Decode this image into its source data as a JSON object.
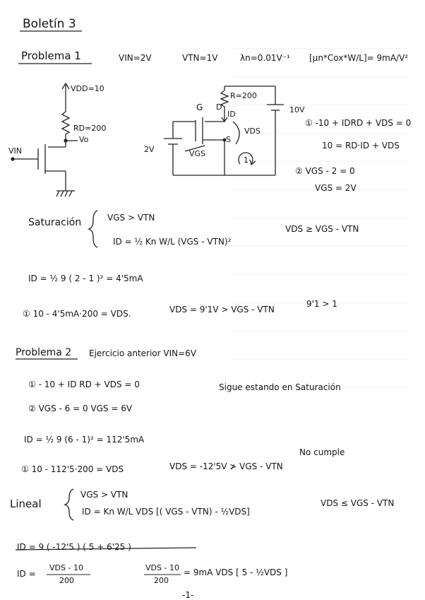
{
  "doc": {
    "title": "Boletín 3",
    "page_number": "-1-"
  },
  "problema1": {
    "heading": "Problema 1",
    "given": {
      "vin": "VIN=2V",
      "vtn": "VTN=1V",
      "lambda": "λn=0.01V⁻¹",
      "kn": "[μn*Cox*W/L]= 9mA/V²"
    },
    "circuit_left": {
      "vdd": "VDD=10",
      "rd": "RD=200",
      "vo": "Vo",
      "vin": "VIN"
    },
    "circuit_right": {
      "r": "R=200",
      "d": "D",
      "g": "G",
      "s": "S",
      "id": "ID",
      "vds": "VDS",
      "vgs": "VGS",
      "v2": "2V",
      "v10": "10V",
      "loop1": "1"
    },
    "eq_loop1": "① -10 + IDRD + VDS = 0",
    "eq_loop1b": "10 = RD·ID + VDS",
    "eq_loop2": "② VGS - 2 = 0",
    "eq_loop2b": "VGS = 2V",
    "saturacion_label": "Saturación",
    "sat_cond1": "VGS > VTN",
    "sat_cond2": "ID = ½ Kn W/L (VGS - VTN)²",
    "sat_side": "VDS ≥ VGS - VTN",
    "id_calc": "ID = ½ 9 ( 2 - 1 )² = 4'5mA",
    "vds_calc_a": "① 10 - 4'5mA·200 = VDS.",
    "vds_calc_b": "VDS = 9'1V > VGS - VTN",
    "vds_calc_c": "9'1 > 1"
  },
  "problema2": {
    "heading": "Problema 2",
    "subtitle": "Ejercicio anterior  VIN=6V",
    "eq1": "① - 10 + ID RD + VDS = 0",
    "eq1_note": "Sigue estando en Saturación",
    "eq2": "② VGS - 6 = 0   VGS = 6V",
    "id_calc": "ID = ½ 9 (6 - 1)² = 112'5mA",
    "no_cumple": "No cumple",
    "vds_calc": "① 10 - 112'5·200 = VDS",
    "vds_result": "VDS = -12'5V ≯ VGS - VTN",
    "lineal_label": "Lineal",
    "lin_cond1": "VGS > VTN",
    "lin_cond2": "ID = Kn W/L VDS [( VGS - VTN) - ½VDS]",
    "lin_side": "VDS ≤ VGS - VTN",
    "struck": "ID = 9 ( -12'5 ) ( 5 + 6'25 )",
    "id_frac_lhs": "ID =",
    "id_frac_num": "VDS - 10",
    "id_frac_den": "200",
    "final_num": "VDS - 10",
    "final_den": "200",
    "final_rhs": "= 9mA VDS [ 5 - ½VDS ]"
  }
}
